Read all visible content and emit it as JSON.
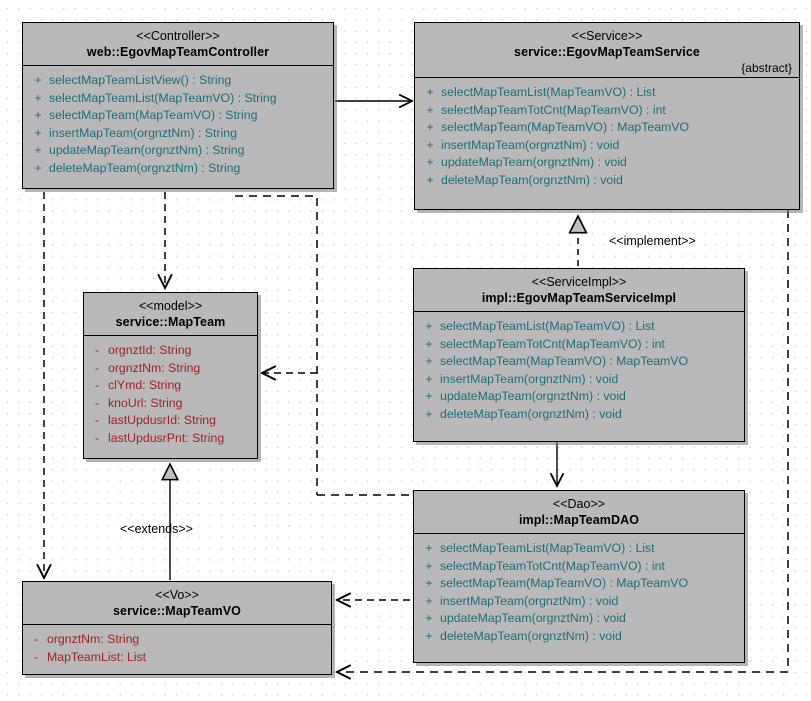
{
  "diagram": {
    "title": "EgovMapTeam UML Class Diagram",
    "background": "#ffffff",
    "class_fill": "#b9b9b9",
    "operation_color": "#1b6e78",
    "attribute_color": "#9e2222",
    "border_color": "#000000"
  },
  "classes": {
    "controller": {
      "stereotype": "<<Controller>>",
      "name": "web::EgovMapTeamController",
      "members": [
        {
          "vis": "+",
          "text": "selectMapTeamListView() : String"
        },
        {
          "vis": "+",
          "text": "selectMapTeamList(MapTeamVO) : String"
        },
        {
          "vis": "+",
          "text": "selectMapTeam(MapTeamVO) : String"
        },
        {
          "vis": "+",
          "text": "insertMapTeam(orgnztNm) : String"
        },
        {
          "vis": "+",
          "text": "updateMapTeam(orgnztNm) : String"
        },
        {
          "vis": "+",
          "text": "deleteMapTeam(orgnztNm) : String"
        }
      ]
    },
    "service": {
      "stereotype": "<<Service>>",
      "name": "service::EgovMapTeamService",
      "modifier": "{abstract}",
      "members": [
        {
          "vis": "+",
          "text": "selectMapTeamList(MapTeamVO) : List"
        },
        {
          "vis": "+",
          "text": "selectMapTeamTotCnt(MapTeamVO) : int"
        },
        {
          "vis": "+",
          "text": "selectMapTeam(MapTeamVO) : MapTeamVO"
        },
        {
          "vis": "+",
          "text": "insertMapTeam(orgnztNm) : void"
        },
        {
          "vis": "+",
          "text": "updateMapTeam(orgnztNm) : void"
        },
        {
          "vis": "+",
          "text": "deleteMapTeam(orgnztNm) : void"
        }
      ]
    },
    "service_impl": {
      "stereotype": "<<ServiceImpl>>",
      "name": "impl::EgovMapTeamServiceImpl",
      "members": [
        {
          "vis": "+",
          "text": "selectMapTeamList(MapTeamVO) : List"
        },
        {
          "vis": "+",
          "text": "selectMapTeamTotCnt(MapTeamVO) : int"
        },
        {
          "vis": "+",
          "text": "selectMapTeam(MapTeamVO) : MapTeamVO"
        },
        {
          "vis": "+",
          "text": "insertMapTeam(orgnztNm) : void"
        },
        {
          "vis": "+",
          "text": "updateMapTeam(orgnztNm) : void"
        },
        {
          "vis": "+",
          "text": "deleteMapTeam(orgnztNm) : void"
        }
      ]
    },
    "dao": {
      "stereotype": "<<Dao>>",
      "name": "impl::MapTeamDAO",
      "members": [
        {
          "vis": "+",
          "text": "selectMapTeamList(MapTeamVO) : List"
        },
        {
          "vis": "+",
          "text": "selectMapTeamTotCnt(MapTeamVO) : int"
        },
        {
          "vis": "+",
          "text": "selectMapTeam(MapTeamVO) : MapTeamVO"
        },
        {
          "vis": "+",
          "text": "insertMapTeam(orgnztNm) : void"
        },
        {
          "vis": "+",
          "text": "updateMapTeam(orgnztNm) : void"
        },
        {
          "vis": "+",
          "text": "deleteMapTeam(orgnztNm) : void"
        }
      ]
    },
    "model": {
      "stereotype": "<<model>>",
      "name": "service::MapTeam",
      "members": [
        {
          "vis": "-",
          "text": "orgnztId:  String"
        },
        {
          "vis": "-",
          "text": "orgnztNm:  String"
        },
        {
          "vis": "-",
          "text": "clYmd:  String"
        },
        {
          "vis": "-",
          "text": "knoUrl:  String"
        },
        {
          "vis": "-",
          "text": "lastUpdusrId:  String"
        },
        {
          "vis": "-",
          "text": "lastUpdusrPnt:  String"
        }
      ]
    },
    "vo": {
      "stereotype": "<<Vo>>",
      "name": "service::MapTeamVO",
      "members": [
        {
          "vis": "-",
          "text": "orgnztNm:  String"
        },
        {
          "vis": "-",
          "text": "MapTeamList:  List"
        }
      ]
    }
  },
  "edges": {
    "implement_label": "<<implement>>",
    "extends_label": "<<extends>>"
  }
}
